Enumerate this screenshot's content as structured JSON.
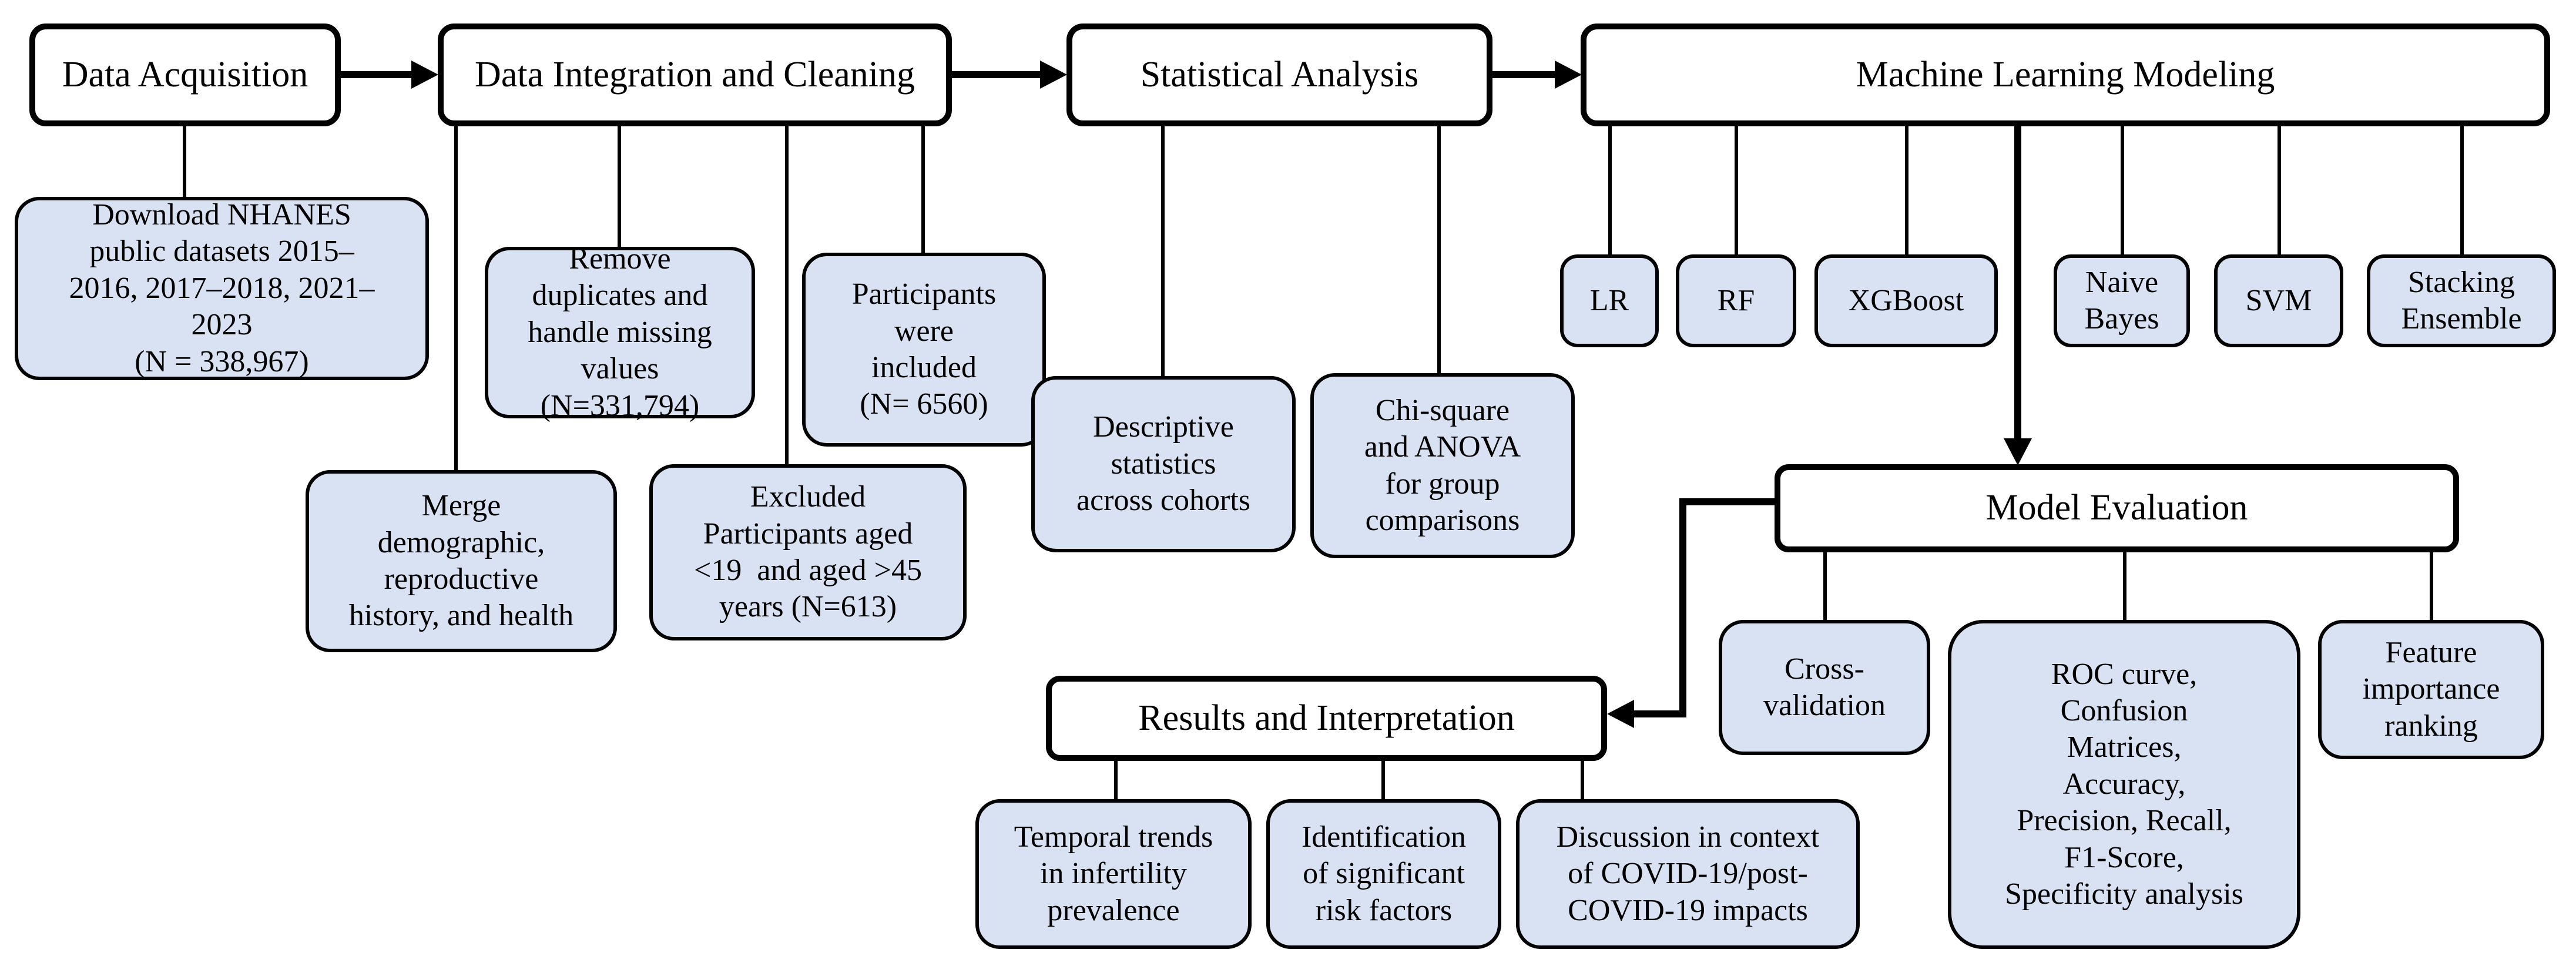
{
  "colors": {
    "stage_fill": "#ffffff",
    "sub_fill": "#d9e2f3",
    "stroke": "#000000"
  },
  "stages": {
    "data_acquisition": "Data Acquisition",
    "data_integration": "Data Integration and Cleaning",
    "statistical_analysis": "Statistical Analysis",
    "ml_modeling": "Machine Learning Modeling",
    "model_evaluation": "Model Evaluation",
    "results_interpretation": "Results and Interpretation"
  },
  "boxes": {
    "download_nhanes": "Download NHANES\npublic datasets 2015–\n2016, 2017–2018, 2021–\n2023\n(N = 338,967)",
    "merge_data": "Merge\ndemographic,\nreproductive\nhistory, and health",
    "remove_duplicates": "Remove\nduplicates and\nhandle missing\nvalues\n(N=331,794)",
    "excluded_participants": "Excluded\nParticipants aged\n<19  and aged >45\nyears (N=613)",
    "included_participants": "Participants\nwere\nincluded\n(N= 6560)",
    "descriptive_statistics": "Descriptive\nstatistics\nacross cohorts",
    "chi_square_anova": "Chi-square\nand ANOVA\nfor group\ncomparisons",
    "lr": "LR",
    "rf": "RF",
    "xgboost": "XGBoost",
    "naive_bayes": "Naive\nBayes",
    "svm": "SVM",
    "stacking_ensemble": "Stacking\nEnsemble",
    "cross_validation": "Cross-\nvalidation",
    "roc_metrics": "ROC curve,\nConfusion\nMatrices,\nAccuracy,\nPrecision, Recall,\nF1-Score,\nSpecificity analysis",
    "feature_importance": "Feature\nimportance\nranking",
    "temporal_trends": "Temporal trends\nin infertility\nprevalence",
    "risk_factors": "Identification\nof significant\nrisk factors",
    "covid_discussion": "Discussion in context\nof COVID-19/post-\nCOVID-19 impacts"
  }
}
